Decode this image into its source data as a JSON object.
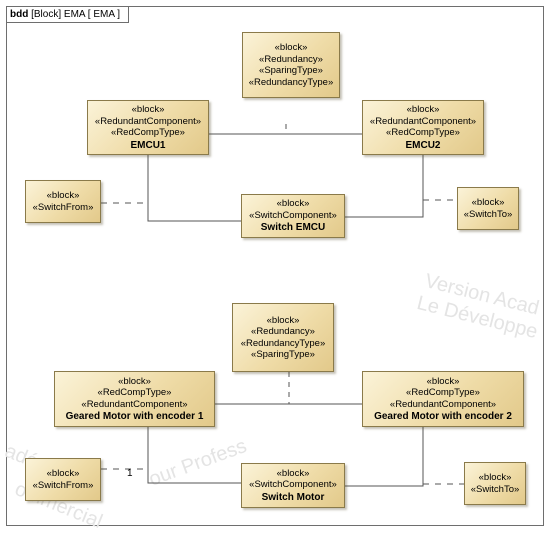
{
  "frame": {
    "kind": "bdd",
    "label": "[Block] EMA [ EMA ]"
  },
  "watermarks": {
    "w1": "Version Acad",
    "w2": "Le Développe",
    "w3": "adémiq",
    "w4": "our Profess",
    "w5": "ommercial"
  },
  "blocks": {
    "redundancy_emcu": {
      "stereotypes": [
        "«block»",
        "«Redundancy»",
        "«SparingType»",
        "«RedundancyType»"
      ]
    },
    "emcu1": {
      "stereotypes": [
        "«block»",
        "«RedundantComponent»",
        "«RedCompType»"
      ],
      "name": "EMCU1"
    },
    "emcu2": {
      "stereotypes": [
        "«block»",
        "«RedundantComponent»",
        "«RedCompType»"
      ],
      "name": "EMCU2"
    },
    "switchfrom_1": {
      "stereotypes": [
        "«block»",
        "«SwitchFrom»"
      ]
    },
    "switch_emcu": {
      "stereotypes": [
        "«block»",
        "«SwitchComponent»"
      ],
      "name": "Switch EMCU"
    },
    "switchto_1": {
      "stereotypes": [
        "«block»",
        "«SwitchTo»"
      ]
    },
    "redundancy_motor": {
      "stereotypes": [
        "«block»",
        "«Redundancy»",
        "«RedundancyType»",
        "«SparingType»"
      ]
    },
    "motor1": {
      "stereotypes": [
        "«block»",
        "«RedCompType»",
        "«RedundantComponent»"
      ],
      "name": "Geared Motor with encoder 1"
    },
    "motor2": {
      "stereotypes": [
        "«block»",
        "«RedCompType»",
        "«RedundantComponent»"
      ],
      "name": "Geared Motor with encoder 2"
    },
    "switchfrom_2": {
      "stereotypes": [
        "«block»",
        "«SwitchFrom»"
      ]
    },
    "switch_motor": {
      "stereotypes": [
        "«block»",
        "«SwitchComponent»"
      ],
      "name": "Switch Motor"
    },
    "switchto_2": {
      "stereotypes": [
        "«block»",
        "«SwitchTo»"
      ]
    }
  },
  "multiplicities": {
    "switchfrom_motor": "1"
  }
}
